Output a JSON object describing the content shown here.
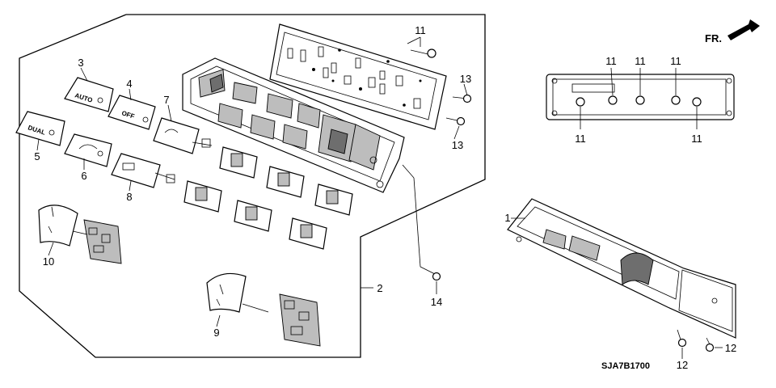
{
  "diagram": {
    "callouts": {
      "c1": "1",
      "c2": "2",
      "c3": "3",
      "c4": "4",
      "c5": "5",
      "c6": "6",
      "c7": "7",
      "c8": "8",
      "c9": "9",
      "c10": "10",
      "c11_top": "11",
      "c11_r1": "11",
      "c11_r2": "11",
      "c11_r3": "11",
      "c11_r4": "11",
      "c11_r5": "11",
      "c12_a": "12",
      "c12_b": "12",
      "c13_a": "13",
      "c13_b": "13",
      "c14": "14"
    },
    "button_labels": {
      "auto": "AUTO",
      "off": "OFF",
      "dual": "DUAL"
    },
    "direction_label": "FR.",
    "drawing_code": "SJA7B1700"
  }
}
